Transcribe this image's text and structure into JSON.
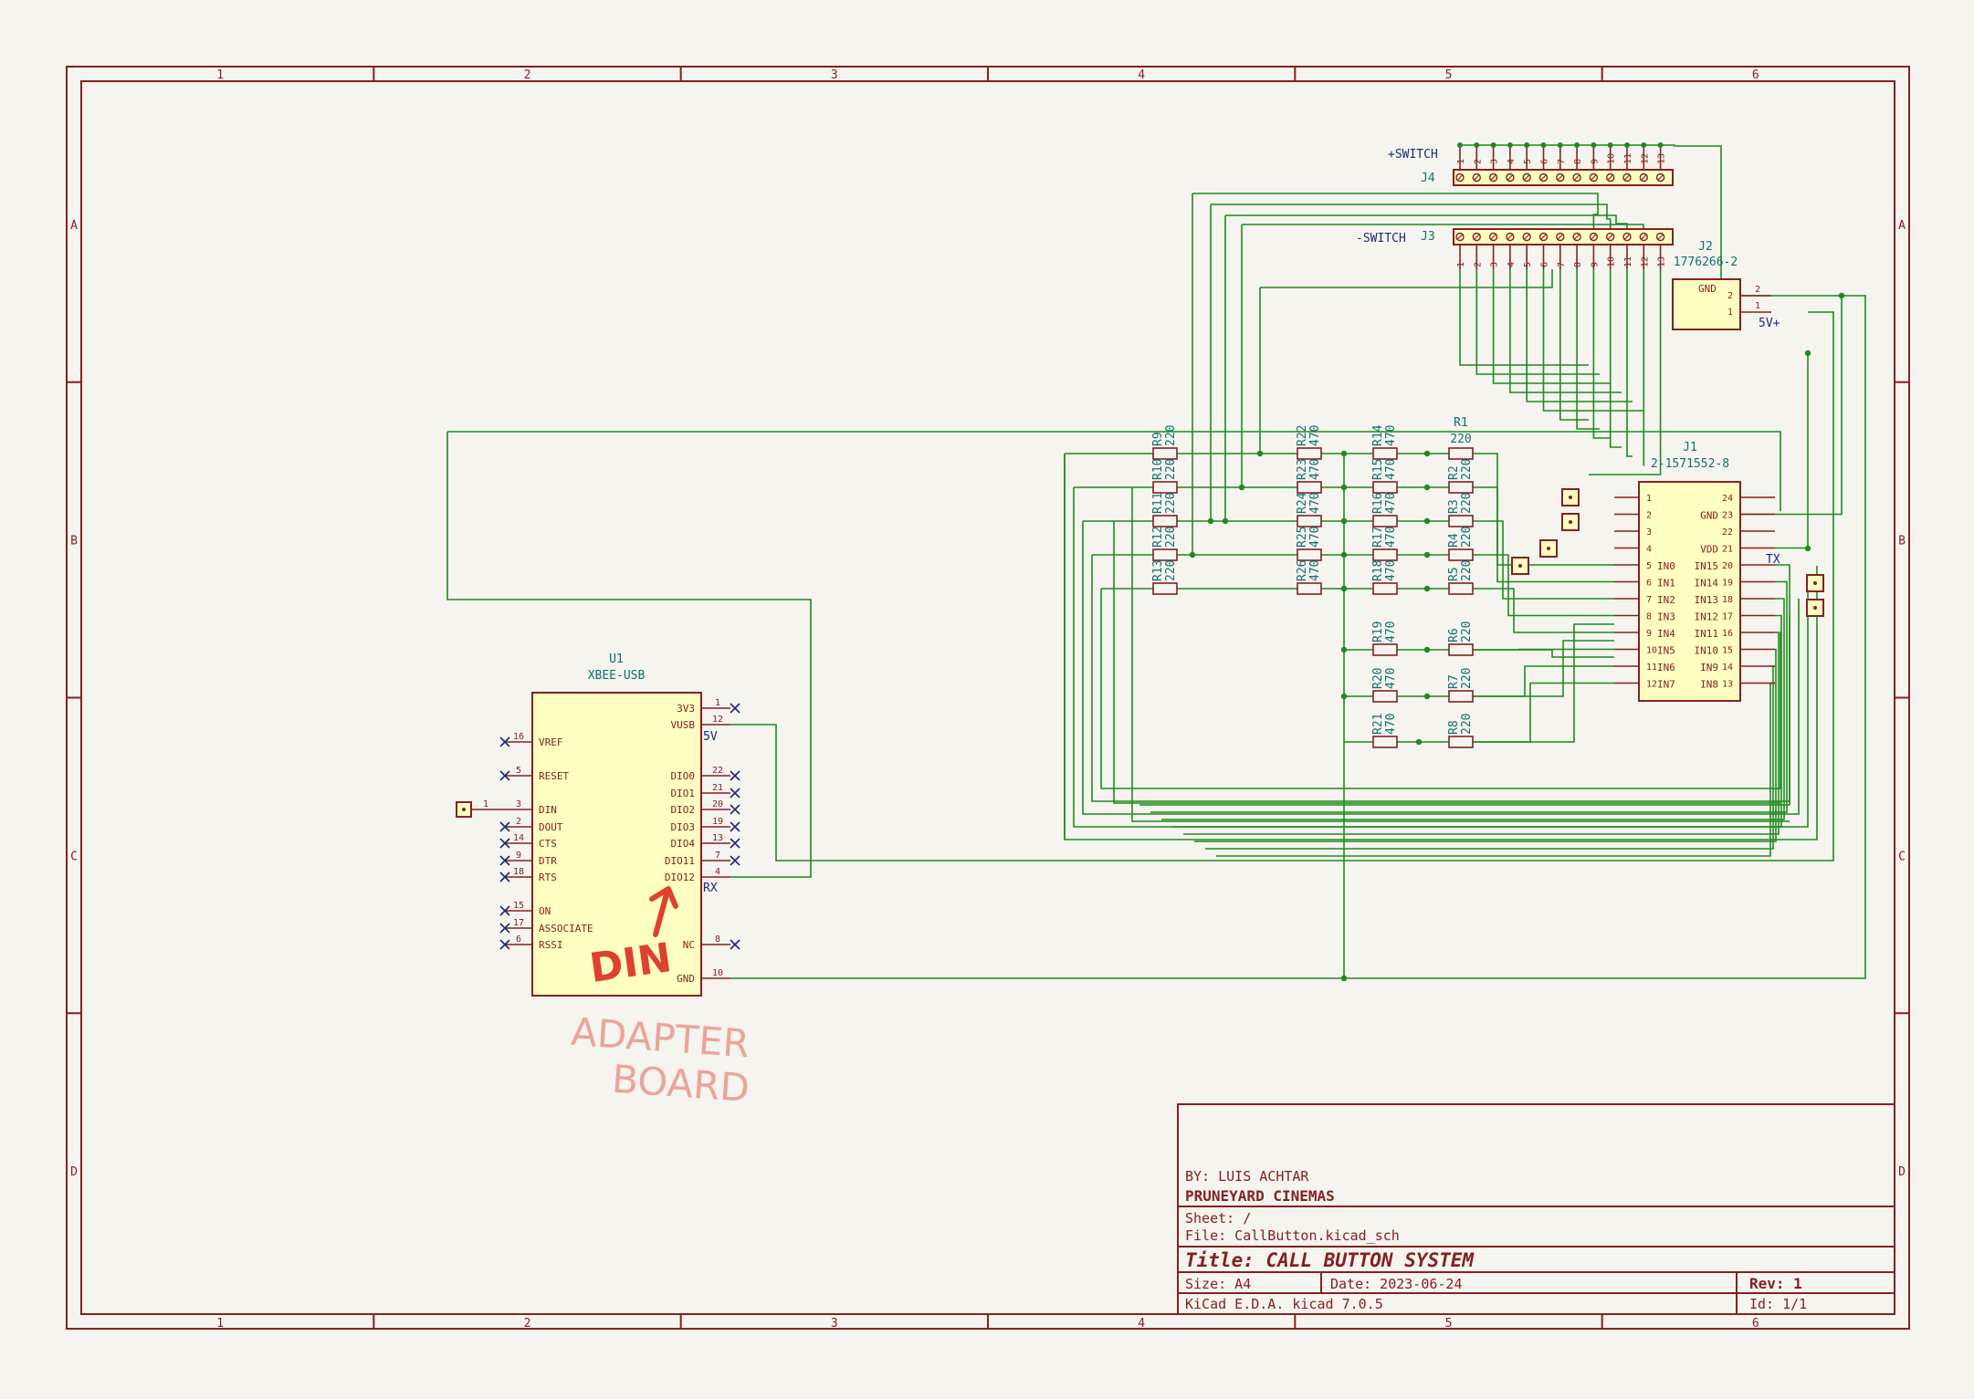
{
  "border": {
    "columns": [
      "1",
      "2",
      "3",
      "4",
      "5",
      "6"
    ],
    "rows": [
      "A",
      "B",
      "C",
      "D"
    ]
  },
  "title_block": {
    "author": "BY: LUIS ACHTAR",
    "company": "PRUNEYARD CINEMAS",
    "sheet": "Sheet: /",
    "file": "File: CallButton.kicad_sch",
    "title": "Title: CALL BUTTON SYSTEM",
    "size": "Size: A4",
    "date": "Date: 2023-06-24",
    "rev": "Rev: 1",
    "tool": "KiCad E.D.A.  kicad 7.0.5",
    "id": "Id: 1/1"
  },
  "u1": {
    "ref": "U1",
    "value": "XBEE-USB",
    "left_pins": [
      {
        "num": "16",
        "name": "VREF"
      },
      {
        "num": "5",
        "name": "RESET"
      },
      {
        "num": "3",
        "name": "DIN"
      },
      {
        "num": "2",
        "name": "DOUT"
      },
      {
        "num": "14",
        "name": "CTS"
      },
      {
        "num": "9",
        "name": "DTR"
      },
      {
        "num": "18",
        "name": "RTS"
      },
      {
        "num": "15",
        "name": "ON"
      },
      {
        "num": "17",
        "name": "ASSOCIATE"
      },
      {
        "num": "6",
        "name": "RSSI"
      }
    ],
    "right_pins": [
      {
        "num": "1",
        "name": "3V3"
      },
      {
        "num": "12",
        "name": "VUSB"
      },
      {
        "num": "22",
        "name": "DIO0"
      },
      {
        "num": "21",
        "name": "DIO1"
      },
      {
        "num": "20",
        "name": "DIO2"
      },
      {
        "num": "19",
        "name": "DIO3"
      },
      {
        "num": "13",
        "name": "DIO4"
      },
      {
        "num": "7",
        "name": "DIO11"
      },
      {
        "num": "4",
        "name": "DIO12"
      },
      {
        "num": "8",
        "name": "NC"
      },
      {
        "num": "10",
        "name": "GND"
      }
    ],
    "din_connector_pin": "1",
    "net_5v": "5V",
    "net_rx": "RX"
  },
  "annotations": {
    "din": "DIN",
    "adapter_line1": "ADAPTER",
    "adapter_line2": "BOARD"
  },
  "j4": {
    "ref": "J4",
    "label": "+SWITCH"
  },
  "j3": {
    "ref": "J3",
    "label": "-SWITCH"
  },
  "j3j4_pins": [
    "1",
    "2",
    "3",
    "4",
    "5",
    "6",
    "7",
    "8",
    "9",
    "10",
    "11",
    "12",
    "13"
  ],
  "j2": {
    "ref": "J2",
    "value": "1776266-2",
    "pin_gnd": "GND",
    "pin2": "2",
    "pin1": "1",
    "net": "5V+"
  },
  "j1": {
    "ref": "J1",
    "value": "2-1571552-8",
    "left_pins": [
      {
        "num": "1",
        "name": ""
      },
      {
        "num": "2",
        "name": ""
      },
      {
        "num": "3",
        "name": ""
      },
      {
        "num": "4",
        "name": ""
      },
      {
        "num": "5",
        "name": "IN0"
      },
      {
        "num": "6",
        "name": "IN1"
      },
      {
        "num": "7",
        "name": "IN2"
      },
      {
        "num": "8",
        "name": "IN3"
      },
      {
        "num": "9",
        "name": "IN4"
      },
      {
        "num": "10",
        "name": "IN5"
      },
      {
        "num": "11",
        "name": "IN6"
      },
      {
        "num": "12",
        "name": "IN7"
      }
    ],
    "right_pins": [
      {
        "num": "24",
        "name": ""
      },
      {
        "num": "23",
        "name": "GND"
      },
      {
        "num": "22",
        "name": ""
      },
      {
        "num": "21",
        "name": "VDD"
      },
      {
        "num": "20",
        "name": "IN15"
      },
      {
        "num": "19",
        "name": "IN14"
      },
      {
        "num": "18",
        "name": "IN13"
      },
      {
        "num": "17",
        "name": "IN12"
      },
      {
        "num": "16",
        "name": "IN11"
      },
      {
        "num": "15",
        "name": "IN10"
      },
      {
        "num": "14",
        "name": "IN9"
      },
      {
        "num": "13",
        "name": "IN8"
      }
    ],
    "net_tx": "TX"
  },
  "resistors": {
    "col_r9": [
      {
        "ref": "R9",
        "value": "220"
      },
      {
        "ref": "R10",
        "value": "220"
      },
      {
        "ref": "R11",
        "value": "220"
      },
      {
        "ref": "R12",
        "value": "220"
      },
      {
        "ref": "R13",
        "value": "220"
      }
    ],
    "col_r22": [
      {
        "ref": "R22",
        "value": "470"
      },
      {
        "ref": "R23",
        "value": "470"
      },
      {
        "ref": "R24",
        "value": "470"
      },
      {
        "ref": "R25",
        "value": "470"
      },
      {
        "ref": "R26",
        "value": "470"
      }
    ],
    "col_r14": [
      {
        "ref": "R14",
        "value": "470"
      },
      {
        "ref": "R15",
        "value": "470"
      },
      {
        "ref": "R16",
        "value": "470"
      },
      {
        "ref": "R17",
        "value": "470"
      },
      {
        "ref": "R18",
        "value": "470"
      },
      {
        "ref": "R19",
        "value": "470"
      },
      {
        "ref": "R20",
        "value": "470"
      },
      {
        "ref": "R21",
        "value": "470"
      }
    ],
    "r1": {
      "ref": "R1",
      "value": "220"
    },
    "col_r2": [
      {
        "ref": "R2",
        "value": "220"
      },
      {
        "ref": "R3",
        "value": "220"
      },
      {
        "ref": "R4",
        "value": "220"
      },
      {
        "ref": "R5",
        "value": "220"
      },
      {
        "ref": "R6",
        "value": "220"
      },
      {
        "ref": "R7",
        "value": "220"
      },
      {
        "ref": "R8",
        "value": "220"
      }
    ]
  }
}
